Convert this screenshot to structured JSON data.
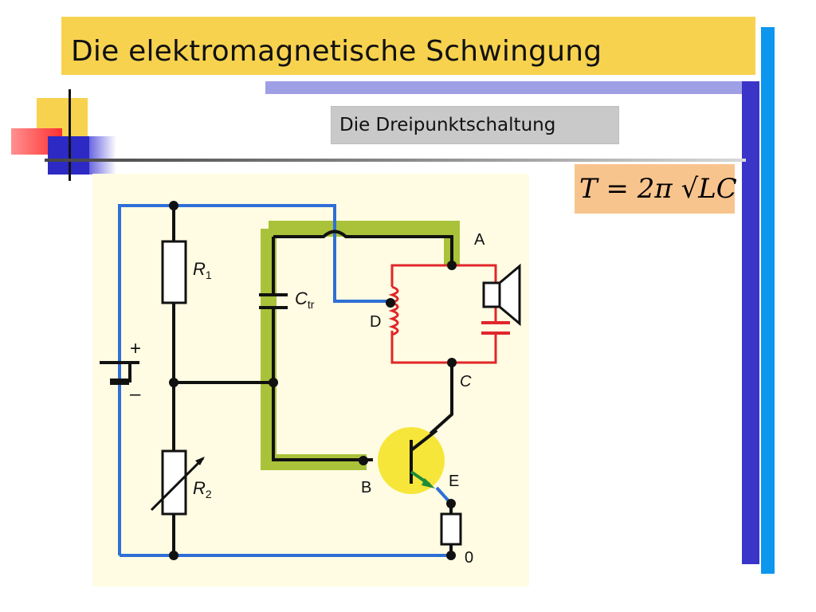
{
  "slide": {
    "title": "Die elektromagnetische Schwingung",
    "subtitle": "Die Dreipunktschaltung",
    "formula": "T = 2π √LC"
  },
  "circuit": {
    "labels": {
      "r1": "R",
      "r1_sub": "1",
      "r2": "R",
      "r2_sub": "2",
      "ctr": "C",
      "ctr_sub": "tr",
      "plus": "+",
      "minus": "–",
      "a": "A",
      "b": "B",
      "c": "C",
      "d": "D",
      "e": "E",
      "zero": "0"
    }
  },
  "colors": {
    "title_bg": "#f7d24f",
    "formula_bg": "#f8c48e",
    "wire_blue": "#2f6fd6",
    "wire_black": "#111111",
    "wire_red": "#e0262a",
    "highlight_green": "#a9c23a",
    "transistor_yellow": "#f6e63a"
  }
}
